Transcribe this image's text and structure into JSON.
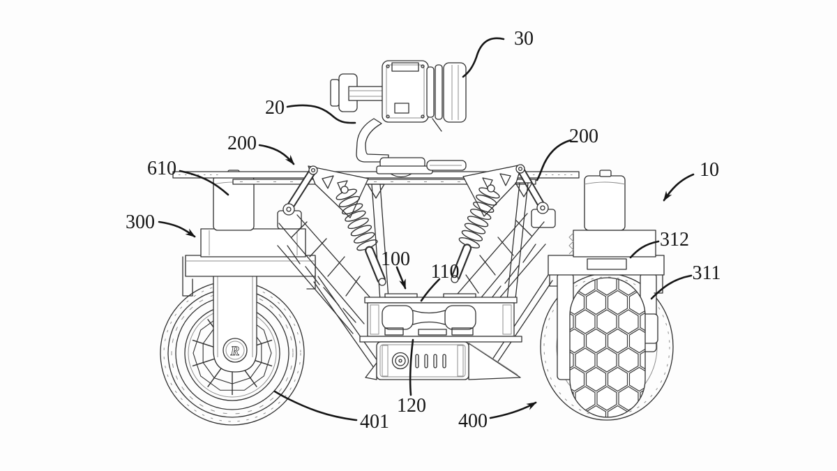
{
  "figure": {
    "description": "Patent-style line drawing of a wheeled inspection robot (front view) carrying a camera on a gimbal",
    "background": "#fdfdfd",
    "ink_color": "#2e2e2e",
    "label_color": "#141414",
    "wheel_logo": "R"
  },
  "callouts": {
    "n10": "10",
    "n20": "20",
    "n30": "30",
    "n100": "100",
    "n110": "110",
    "n120": "120",
    "n200": "200",
    "n300": "300",
    "n311": "311",
    "n312": "312",
    "n400": "400",
    "n401": "401",
    "n610": "610"
  }
}
